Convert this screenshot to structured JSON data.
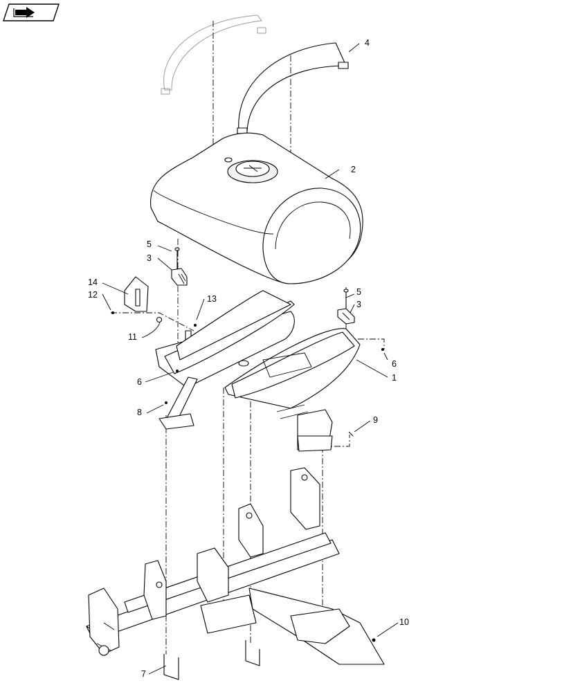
{
  "toolbar": {
    "nav_icon": "book-arrow-icon"
  },
  "callouts": [
    {
      "id": "c1",
      "label": "1"
    },
    {
      "id": "c2",
      "label": "2"
    },
    {
      "id": "c3a",
      "label": "3"
    },
    {
      "id": "c3b",
      "label": "3"
    },
    {
      "id": "c4",
      "label": "4"
    },
    {
      "id": "c5a",
      "label": "5"
    },
    {
      "id": "c5b",
      "label": "5"
    },
    {
      "id": "c6a",
      "label": "6"
    },
    {
      "id": "c6b",
      "label": "6"
    },
    {
      "id": "c7",
      "label": "7"
    },
    {
      "id": "c8",
      "label": "8"
    },
    {
      "id": "c9",
      "label": "9"
    },
    {
      "id": "c10",
      "label": "10"
    },
    {
      "id": "c11",
      "label": "11"
    },
    {
      "id": "c12",
      "label": "12"
    },
    {
      "id": "c13",
      "label": "13"
    },
    {
      "id": "c14",
      "label": "14"
    }
  ]
}
